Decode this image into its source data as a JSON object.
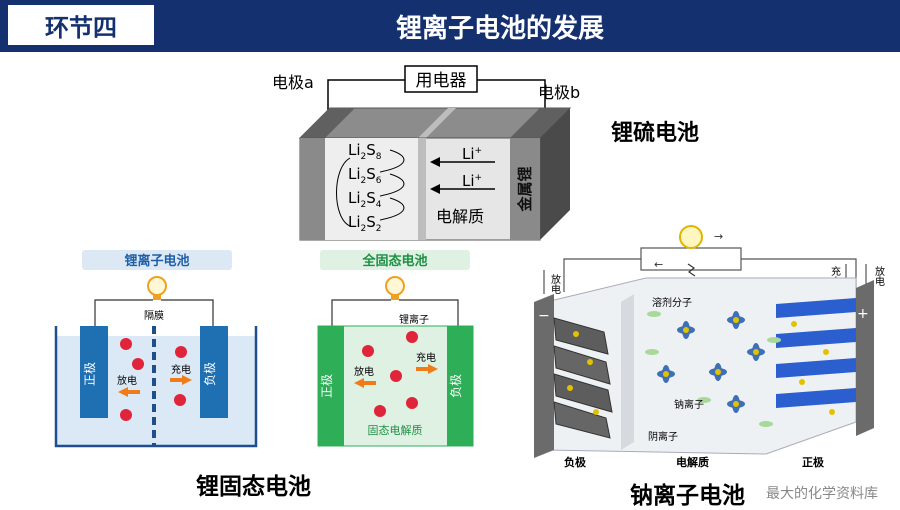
{
  "header": {
    "section": "环节四",
    "title": "锂离子电池的发展"
  },
  "li_s": {
    "title": "锂硫电池",
    "device": "用电器",
    "electrode_a": "电极a",
    "electrode_b": "电极b",
    "species": [
      {
        "base": "Li",
        "sub1": "2",
        "mid": "S",
        "sub2": "8"
      },
      {
        "base": "Li",
        "sub1": "2",
        "mid": "S",
        "sub2": "6"
      },
      {
        "base": "Li",
        "sub1": "2",
        "mid": "S",
        "sub2": "4"
      },
      {
        "base": "Li",
        "sub1": "2",
        "mid": "S",
        "sub2": "2"
      }
    ],
    "ion": "Li",
    "ion_sup": "+",
    "electrolyte": "电解质",
    "metal": "金属锂"
  },
  "li_ion": {
    "badge": "锂离子电池",
    "separator": "隔膜",
    "positive": "正极",
    "negative": "负极",
    "discharge": "放电",
    "charge": "充电"
  },
  "solid": {
    "badge": "全固态电池",
    "ion_label": "锂离子",
    "positive": "正极",
    "negative": "负极",
    "discharge": "放电",
    "charge": "充电",
    "electrolyte": "固态电解质"
  },
  "sodium": {
    "solvent": "溶剂分子",
    "sodium_ion": "钠离子",
    "anion": "阴离子",
    "discharge_left": "放电",
    "charge_right": "充电",
    "discharge_right": "放电",
    "negative": "负极",
    "electrolyte": "电解质",
    "positive": "正极",
    "minus": "−",
    "plus": "+",
    "arrow_right": "→",
    "arrow_left": "←"
  },
  "footer": {
    "left_title": "锂固态电池",
    "right_title": "钠离子电池",
    "watermark": "最大的化学资料库"
  },
  "colors": {
    "header": "#14306e",
    "electrode": "#1f6fb3",
    "solid_green": "#2fae58",
    "ion_red": "#e0243a",
    "arrow_orange": "#f07c18",
    "badge_bg": "#dce9f5",
    "badge_green": "#dff1e3"
  }
}
